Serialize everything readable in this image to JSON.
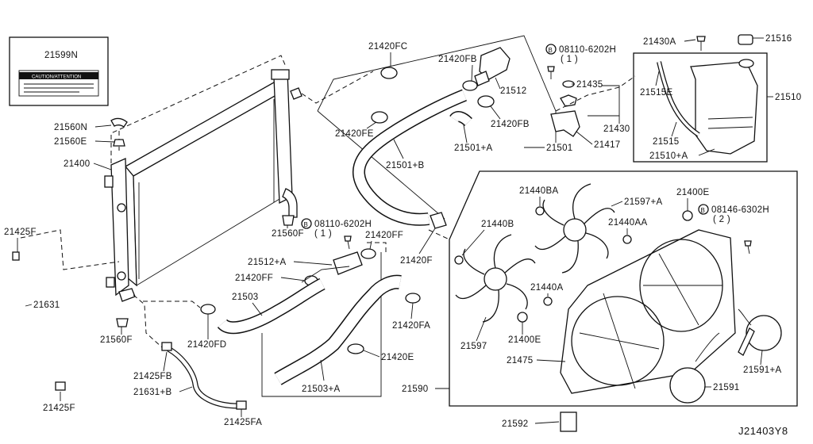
{
  "diagram_code": "J21403Y8",
  "caution_label": {
    "part_no": "21599N",
    "banner": "CAUTION/ATTENTION"
  },
  "labels": {
    "p21599N": "21599N",
    "p21560N": "21560N",
    "p21560E": "21560E",
    "p21400": "21400",
    "p21425F_top": "21425F",
    "p21631": "21631",
    "p21425F_bot": "21425F",
    "p21560F_a": "21560F",
    "p21560F_b": "21560F",
    "p21425FB": "21425FB",
    "p21631B": "21631+B",
    "p21425FA": "21425FA",
    "p21420FC": "21420FC",
    "p21420FB_a": "21420FB",
    "p21420FB_b": "21420FB",
    "p21512": "21512",
    "p21420FE": "21420FE",
    "p21501A": "21501+A",
    "p21501": "21501",
    "p21501B": "21501+B",
    "p21420F": "21420F",
    "bolt_a": "08110-6202H",
    "bolt_a_qty": "( 1 )",
    "bolt_b": "08110-6202H",
    "bolt_b_qty": "( 1 )",
    "p21420FF_a": "21420FF",
    "p21512A": "21512+A",
    "p21420FF_b": "21420FF",
    "p21503": "21503",
    "p21420FD": "21420FD",
    "p21420FA": "21420FA",
    "p21420E": "21420E",
    "p21503A": "21503+A",
    "p21590": "21590",
    "p21592": "21592",
    "p21435": "21435",
    "p21430": "21430",
    "p21417": "21417",
    "p21430A": "21430A",
    "p21516": "21516",
    "p21515E": "21515E",
    "p21510": "21510",
    "p21515": "21515",
    "p21510A": "21510+A",
    "p21440BA": "21440BA",
    "p21597A": "21597+A",
    "p21400E_a": "21400E",
    "bolt_c": "08146-6302H",
    "bolt_c_qty": "( 2 )",
    "p21440AA": "21440AA",
    "p21440B": "21440B",
    "p21440A": "21440A",
    "p21597": "21597",
    "p21400E_b": "21400E",
    "p21475": "21475",
    "p21591A": "21591+A",
    "p21591": "21591",
    "bolt_marker": "B"
  }
}
